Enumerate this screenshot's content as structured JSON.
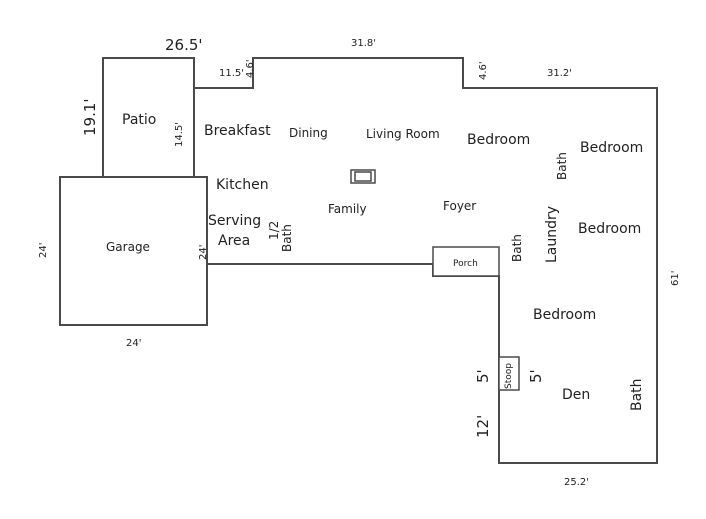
{
  "rooms": {
    "patio": "Patio",
    "breakfast": "Breakfast",
    "dining": "Dining",
    "living_room": "Living Room",
    "bedroom_1": "Bedroom",
    "bath_1": "Bath",
    "bedroom_2": "Bedroom",
    "kitchen": "Kitchen",
    "serving": "Serving",
    "area": "Area",
    "half": "1/2",
    "half_bath": "Bath",
    "family": "Family",
    "foyer": "Foyer",
    "laundry": "Laundry",
    "bedroom_3": "Bedroom",
    "garage": "Garage",
    "porch": "Porch",
    "bath_2": "Bath",
    "bedroom_4": "Bedroom",
    "stoop": "Stoop",
    "den": "Den",
    "bath_3": "Bath"
  },
  "dimensions": {
    "top_left": "26.5'",
    "top_middle": "31.8'",
    "top_right": "31.2'",
    "patio_height": "19.1'",
    "notch_width": "11.5'",
    "notch_height_1": "4.6'",
    "notch_height_2": "4.6'",
    "breakfast_wall": "14.5'",
    "garage_left": "24'",
    "garage_right": "24'",
    "garage_bottom": "24'",
    "right_side": "61'",
    "stoop_above": "5'",
    "stoop_right": "5'",
    "lower_left": "12'",
    "bottom": "25.2'"
  }
}
